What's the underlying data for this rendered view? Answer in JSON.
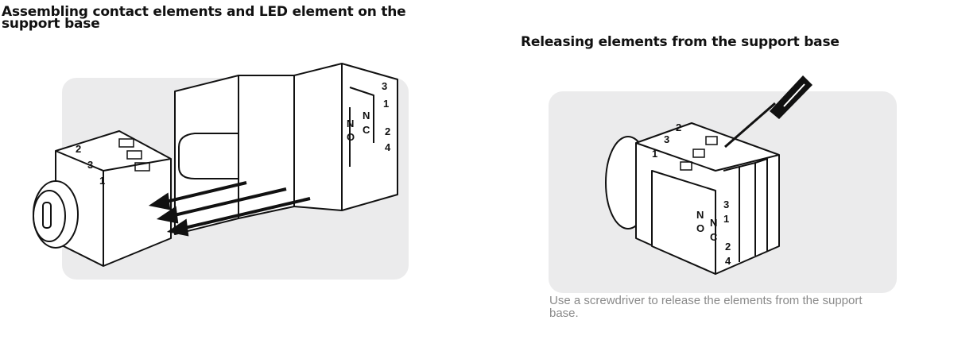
{
  "left_section": {
    "title": "Assembling contact elements and LED element on the support base",
    "terminal_labels": {
      "t3": "3",
      "t1": "1",
      "t2": "2",
      "t4": "4",
      "no_n": "N",
      "no_o": "O",
      "nc_n": "N",
      "nc_c": "C"
    },
    "base_labels": {
      "b2": "2",
      "b3": "3",
      "b1": "1"
    }
  },
  "right_section": {
    "title": "Releasing elements from the support base",
    "caption": "Use a screwdriver to release the elements from the support base.",
    "terminal_labels": {
      "t3": "3",
      "t1": "1",
      "t2": "2",
      "t4": "4",
      "no_n": "N",
      "no_o": "O",
      "nc_n": "N",
      "nc_c": "C"
    },
    "base_labels": {
      "b1": "1",
      "b3": "3",
      "b2": "2"
    }
  },
  "colors": {
    "panel": "#ebebec",
    "caption": "#8a8a8a",
    "line": "#111111"
  }
}
